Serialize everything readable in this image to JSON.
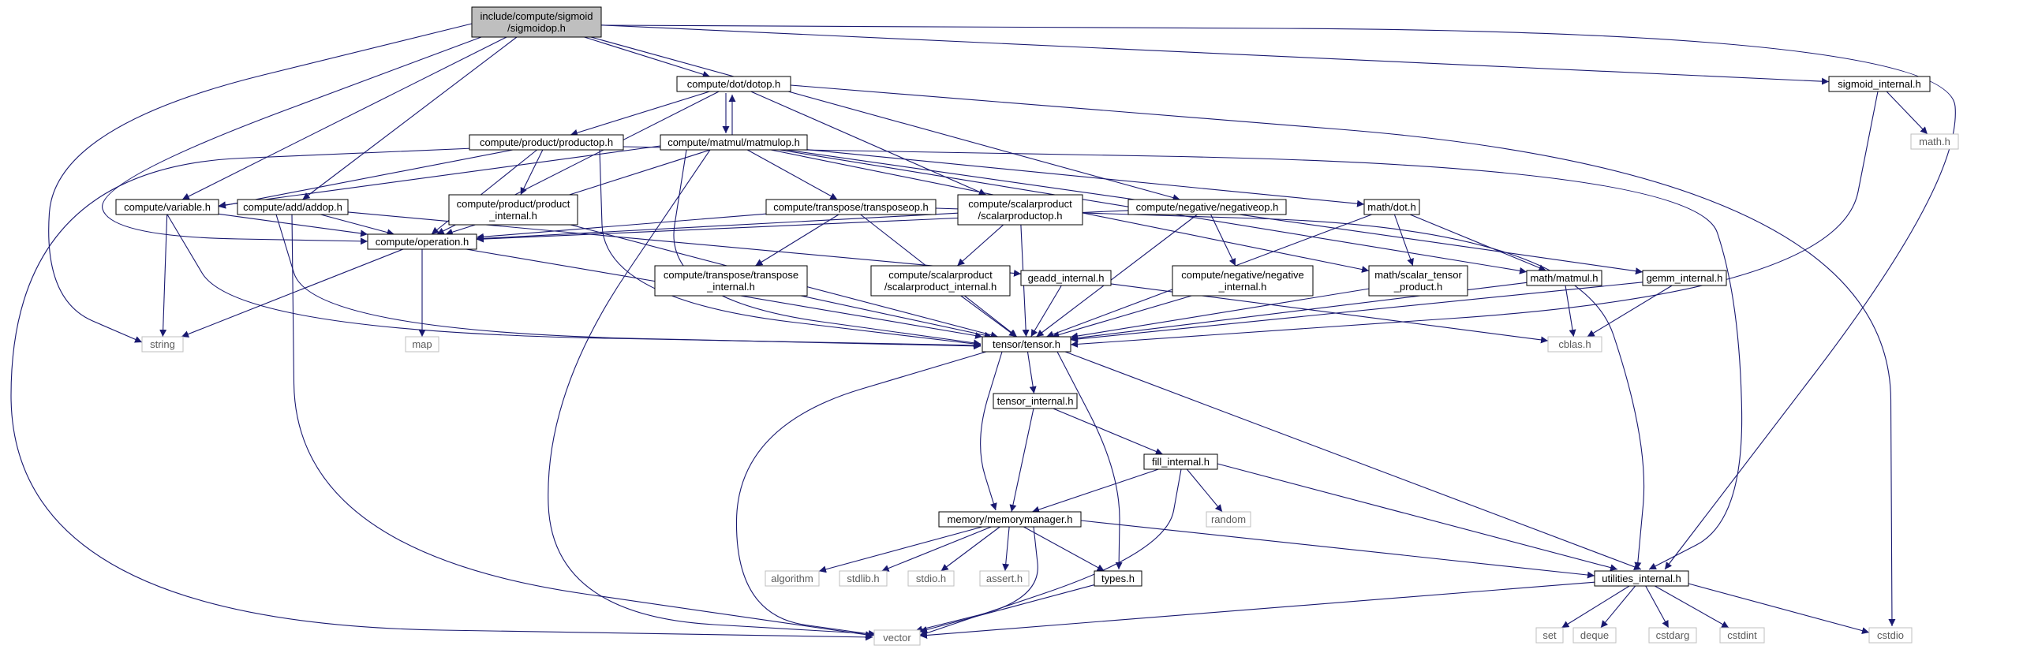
{
  "colors": {
    "edge": "#191970",
    "root_fill": "#bfbfbf",
    "node_border": "#000000",
    "system_border": "#bfbfbf",
    "system_text": "#5a5a5a"
  },
  "nodes": [
    {
      "id": "sigmoidop",
      "lines": [
        "include/compute/sigmoid",
        "/sigmoidop.h"
      ],
      "kind": "root"
    },
    {
      "id": "dotop",
      "lines": [
        "compute/dot/dotop.h"
      ],
      "kind": "local"
    },
    {
      "id": "sigmoid_internal",
      "lines": [
        "sigmoid_internal.h"
      ],
      "kind": "local"
    },
    {
      "id": "math_h",
      "lines": [
        "math.h"
      ],
      "kind": "system"
    },
    {
      "id": "productop",
      "lines": [
        "compute/product/productop.h"
      ],
      "kind": "local"
    },
    {
      "id": "matmulop",
      "lines": [
        "compute/matmul/matmulop.h"
      ],
      "kind": "local"
    },
    {
      "id": "variable",
      "lines": [
        "compute/variable.h"
      ],
      "kind": "local"
    },
    {
      "id": "addop",
      "lines": [
        "compute/add/addop.h"
      ],
      "kind": "local"
    },
    {
      "id": "product_internal",
      "lines": [
        "compute/product/product",
        "_internal.h"
      ],
      "kind": "local"
    },
    {
      "id": "transposeop",
      "lines": [
        "compute/transpose/transposeop.h"
      ],
      "kind": "local"
    },
    {
      "id": "scalarproductop",
      "lines": [
        "compute/scalarproduct",
        "/scalarproductop.h"
      ],
      "kind": "local"
    },
    {
      "id": "negativeop",
      "lines": [
        "compute/negative/negativeop.h"
      ],
      "kind": "local"
    },
    {
      "id": "math_dot",
      "lines": [
        "math/dot.h"
      ],
      "kind": "local"
    },
    {
      "id": "operation",
      "lines": [
        "compute/operation.h"
      ],
      "kind": "local"
    },
    {
      "id": "transpose_internal",
      "lines": [
        "compute/transpose/transpose",
        "_internal.h"
      ],
      "kind": "local"
    },
    {
      "id": "scalarproduct_internal",
      "lines": [
        "compute/scalarproduct",
        "/scalarproduct_internal.h"
      ],
      "kind": "local"
    },
    {
      "id": "geadd_internal",
      "lines": [
        "geadd_internal.h"
      ],
      "kind": "local"
    },
    {
      "id": "negative_internal",
      "lines": [
        "compute/negative/negative",
        "_internal.h"
      ],
      "kind": "local"
    },
    {
      "id": "scalar_tensor_product",
      "lines": [
        "math/scalar_tensor",
        "_product.h"
      ],
      "kind": "local"
    },
    {
      "id": "math_matmul",
      "lines": [
        "math/matmul.h"
      ],
      "kind": "local"
    },
    {
      "id": "gemm_internal",
      "lines": [
        "gemm_internal.h"
      ],
      "kind": "local"
    },
    {
      "id": "string",
      "lines": [
        "string"
      ],
      "kind": "system"
    },
    {
      "id": "map",
      "lines": [
        "map"
      ],
      "kind": "system"
    },
    {
      "id": "tensor",
      "lines": [
        "tensor/tensor.h"
      ],
      "kind": "local"
    },
    {
      "id": "cblas",
      "lines": [
        "cblas.h"
      ],
      "kind": "system"
    },
    {
      "id": "tensor_internal",
      "lines": [
        "tensor_internal.h"
      ],
      "kind": "local"
    },
    {
      "id": "fill_internal",
      "lines": [
        "fill_internal.h"
      ],
      "kind": "local"
    },
    {
      "id": "random",
      "lines": [
        "random"
      ],
      "kind": "system"
    },
    {
      "id": "memorymanager",
      "lines": [
        "memory/memorymanager.h"
      ],
      "kind": "local"
    },
    {
      "id": "algorithm",
      "lines": [
        "algorithm"
      ],
      "kind": "system"
    },
    {
      "id": "stdlib",
      "lines": [
        "stdlib.h"
      ],
      "kind": "system"
    },
    {
      "id": "stdio",
      "lines": [
        "stdio.h"
      ],
      "kind": "system"
    },
    {
      "id": "assert",
      "lines": [
        "assert.h"
      ],
      "kind": "system"
    },
    {
      "id": "types",
      "lines": [
        "types.h"
      ],
      "kind": "local"
    },
    {
      "id": "utilities_internal",
      "lines": [
        "utilities_internal.h"
      ],
      "kind": "local"
    },
    {
      "id": "vector",
      "lines": [
        "vector"
      ],
      "kind": "system"
    },
    {
      "id": "set",
      "lines": [
        "set"
      ],
      "kind": "system"
    },
    {
      "id": "deque",
      "lines": [
        "deque"
      ],
      "kind": "system"
    },
    {
      "id": "cstdarg",
      "lines": [
        "cstdarg"
      ],
      "kind": "system"
    },
    {
      "id": "cstdint",
      "lines": [
        "cstdint"
      ],
      "kind": "system"
    },
    {
      "id": "cstdio",
      "lines": [
        "cstdio"
      ],
      "kind": "system"
    }
  ],
  "edges": [
    [
      "sigmoidop",
      "dotop"
    ],
    [
      "sigmoidop",
      "sigmoid_internal"
    ],
    [
      "sigmoidop",
      "variable"
    ],
    [
      "sigmoidop",
      "addop"
    ],
    [
      "sigmoidop",
      "operation"
    ],
    [
      "sigmoidop",
      "negativeop"
    ],
    [
      "sigmoidop",
      "string"
    ],
    [
      "sigmoidop",
      "utilities_internal"
    ],
    [
      "dotop",
      "productop"
    ],
    [
      "dotop",
      "matmulop"
    ],
    [
      "dotop",
      "scalarproductop"
    ],
    [
      "dotop",
      "operation"
    ],
    [
      "dotop",
      "cstdio"
    ],
    [
      "sigmoid_internal",
      "math_h"
    ],
    [
      "sigmoid_internal",
      "tensor"
    ],
    [
      "productop",
      "variable"
    ],
    [
      "productop",
      "product_internal"
    ],
    [
      "productop",
      "operation"
    ],
    [
      "productop",
      "tensor"
    ],
    [
      "productop",
      "vector"
    ],
    [
      "productop",
      "utilities_internal"
    ],
    [
      "matmulop",
      "dotop"
    ],
    [
      "matmulop",
      "variable"
    ],
    [
      "matmulop",
      "operation"
    ],
    [
      "matmulop",
      "transposeop"
    ],
    [
      "matmulop",
      "tensor"
    ],
    [
      "matmulop",
      "vector"
    ],
    [
      "matmulop",
      "math_dot"
    ],
    [
      "matmulop",
      "math_matmul"
    ],
    [
      "matmulop",
      "gemm_internal"
    ],
    [
      "matmulop",
      "scalar_tensor_product"
    ],
    [
      "variable",
      "operation"
    ],
    [
      "variable",
      "string"
    ],
    [
      "variable",
      "tensor"
    ],
    [
      "addop",
      "operation"
    ],
    [
      "addop",
      "geadd_internal"
    ],
    [
      "addop",
      "tensor"
    ],
    [
      "addop",
      "vector"
    ],
    [
      "product_internal",
      "tensor"
    ],
    [
      "transposeop",
      "operation"
    ],
    [
      "transposeop",
      "transpose_internal"
    ],
    [
      "transposeop",
      "tensor"
    ],
    [
      "transposeop",
      "utilities_internal"
    ],
    [
      "scalarproductop",
      "operation"
    ],
    [
      "scalarproductop",
      "scalarproduct_internal"
    ],
    [
      "scalarproductop",
      "tensor"
    ],
    [
      "negativeop",
      "operation"
    ],
    [
      "negativeop",
      "negative_internal"
    ],
    [
      "negativeop",
      "tensor"
    ],
    [
      "math_dot",
      "scalar_tensor_product"
    ],
    [
      "math_dot",
      "math_matmul"
    ],
    [
      "math_dot",
      "tensor"
    ],
    [
      "operation",
      "string"
    ],
    [
      "operation",
      "map"
    ],
    [
      "operation",
      "tensor"
    ],
    [
      "transpose_internal",
      "tensor"
    ],
    [
      "scalarproduct_internal",
      "tensor"
    ],
    [
      "geadd_internal",
      "tensor"
    ],
    [
      "geadd_internal",
      "cblas"
    ],
    [
      "negative_internal",
      "tensor"
    ],
    [
      "scalar_tensor_product",
      "tensor"
    ],
    [
      "math_matmul",
      "tensor"
    ],
    [
      "math_matmul",
      "cblas"
    ],
    [
      "gemm_internal",
      "tensor"
    ],
    [
      "gemm_internal",
      "cblas"
    ],
    [
      "tensor",
      "tensor_internal"
    ],
    [
      "tensor",
      "memorymanager"
    ],
    [
      "tensor",
      "types"
    ],
    [
      "tensor",
      "utilities_internal"
    ],
    [
      "tensor",
      "vector"
    ],
    [
      "tensor_internal",
      "fill_internal"
    ],
    [
      "tensor_internal",
      "memorymanager"
    ],
    [
      "fill_internal",
      "memorymanager"
    ],
    [
      "fill_internal",
      "random"
    ],
    [
      "fill_internal",
      "utilities_internal"
    ],
    [
      "fill_internal",
      "vector"
    ],
    [
      "memorymanager",
      "algorithm"
    ],
    [
      "memorymanager",
      "stdlib"
    ],
    [
      "memorymanager",
      "stdio"
    ],
    [
      "memorymanager",
      "assert"
    ],
    [
      "memorymanager",
      "types"
    ],
    [
      "memorymanager",
      "utilities_internal"
    ],
    [
      "memorymanager",
      "vector"
    ],
    [
      "types",
      "vector"
    ],
    [
      "utilities_internal",
      "set"
    ],
    [
      "utilities_internal",
      "deque"
    ],
    [
      "utilities_internal",
      "cstdarg"
    ],
    [
      "utilities_internal",
      "cstdint"
    ],
    [
      "utilities_internal",
      "cstdio"
    ],
    [
      "utilities_internal",
      "vector"
    ]
  ]
}
